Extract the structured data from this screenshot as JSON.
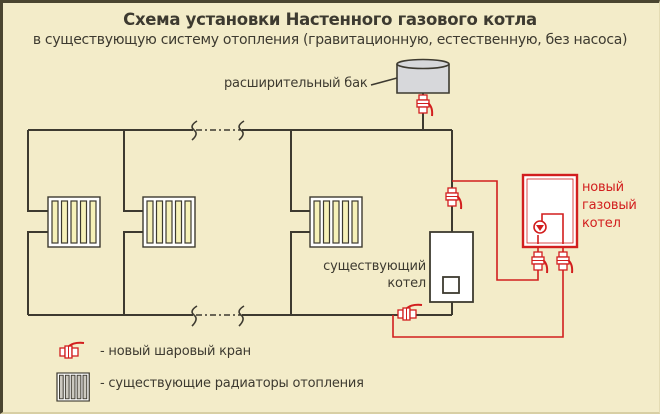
{
  "title": "Схема установки Настенного газового котла",
  "subtitle": "в существующую систему отопления  (гравитационную, естественную, без насоса)",
  "labels": {
    "expansion_tank": "расширительный бак",
    "existing_boiler_line1": "существующий",
    "existing_boiler_line2": "котел",
    "new_boiler_line1": "новый",
    "new_boiler_line2": "газовый",
    "new_boiler_line3": "котел"
  },
  "legend": {
    "items": [
      {
        "icon": "ball-valve-icon",
        "text": "- новый шаровый кран"
      },
      {
        "icon": "radiator-icon",
        "text": "- существующие радиаторы отопления"
      }
    ]
  },
  "colors": {
    "background": "#f3ecc9",
    "pipe_existing": "#3d3a30",
    "pipe_new": "#d21e1e",
    "radiator_fill": "#f6f1b8",
    "tank_fill": "#d7d8db"
  }
}
